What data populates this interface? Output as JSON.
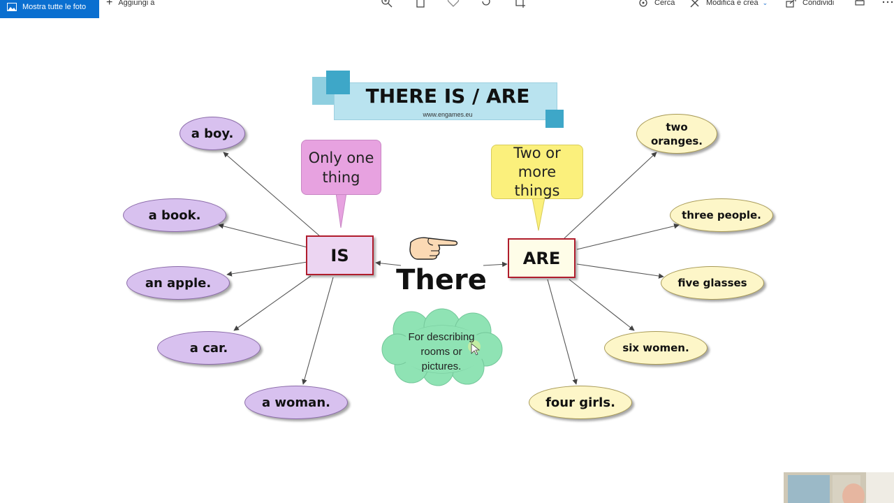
{
  "toolbar": {
    "show_all": "Mostra tutte le foto",
    "add_to": "Aggiungi a",
    "search": "Cerca",
    "edit_create": "Modifica e crea",
    "share": "Condividi"
  },
  "slide": {
    "title": "THERE IS / ARE",
    "subtitle": "www.engames.eu",
    "center_word": "There",
    "is_label": "IS",
    "are_label": "ARE",
    "is_callout_line1": "Only one",
    "is_callout_line2": "thing",
    "are_callout_line1": "Two or",
    "are_callout_line2": "more",
    "are_callout_line3": "things",
    "cloud_line1": "For describing",
    "cloud_line2": "rooms or",
    "cloud_line3": "pictures.",
    "is_items": [
      "a boy.",
      "a book.",
      "an apple.",
      "a car.",
      "a woman."
    ],
    "are_items": [
      "two oranges.",
      "three people.",
      "five glasses",
      "six women.",
      "four girls."
    ],
    "are_item0_line1": "two",
    "are_item0_line2": "oranges."
  },
  "colors": {
    "accent": "#0a6fd0",
    "is_oval": "#d8c1ef",
    "are_oval": "#fdf6c8",
    "box_border": "#b01d2d",
    "banner": "#b9e3ef",
    "cloud": "#8fe3b4"
  }
}
